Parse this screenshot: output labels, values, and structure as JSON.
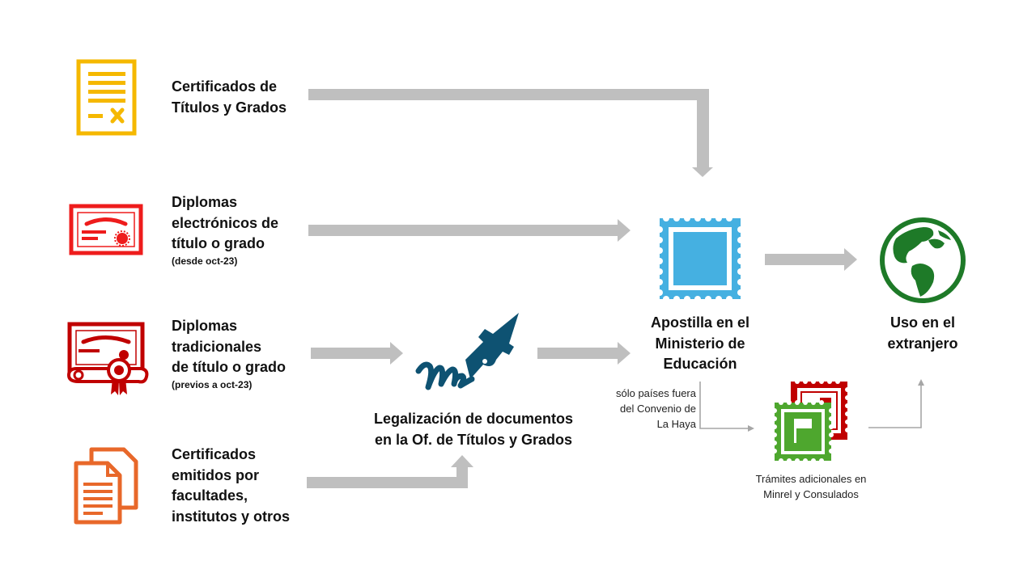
{
  "sources": [
    {
      "label_lines": [
        "Certificados de",
        "Títulos y Grados"
      ],
      "note": ""
    },
    {
      "label_lines": [
        "Diplomas",
        "electrónicos de",
        "título o grado"
      ],
      "note": "(desde oct-23)"
    },
    {
      "label_lines": [
        "Diplomas",
        "tradicionales",
        "de título o grado"
      ],
      "note": "(previos a oct-23)"
    },
    {
      "label_lines": [
        "Certificados",
        "emitidos por",
        "facultades,",
        "institutos y otros"
      ],
      "note": ""
    }
  ],
  "legalization": {
    "label_lines": [
      "Legalización de documentos",
      "en la Of. de Títulos y Grados"
    ]
  },
  "apostille": {
    "label_lines": [
      "Apostilla en el",
      "Ministerio de",
      "Educación"
    ]
  },
  "abroad": {
    "label_lines": [
      "Uso en el",
      "extranjero"
    ]
  },
  "hague_note": {
    "lines": [
      "sólo países fuera",
      "del Convenio de",
      "La Haya"
    ]
  },
  "extra": {
    "label_lines": [
      "Trámites adicionales en",
      "Minrel y Consulados"
    ]
  },
  "colors": {
    "yellow": "#F5B800",
    "red": "#EE1C1C",
    "dark_red": "#C00000",
    "orange": "#E8682A",
    "teal": "#0E5272",
    "blue": "#45B0E1",
    "green": "#1E7A28",
    "stamp_green": "#4EA72E",
    "arrow": "#BFBFBF",
    "thin_arrow": "#A6A6A6"
  },
  "icons": [
    "document-icon",
    "certificate-icon",
    "diploma-icon",
    "files-icon",
    "pen-signature-icon",
    "stamp-icon",
    "globe-icon",
    "stamps-icon"
  ]
}
